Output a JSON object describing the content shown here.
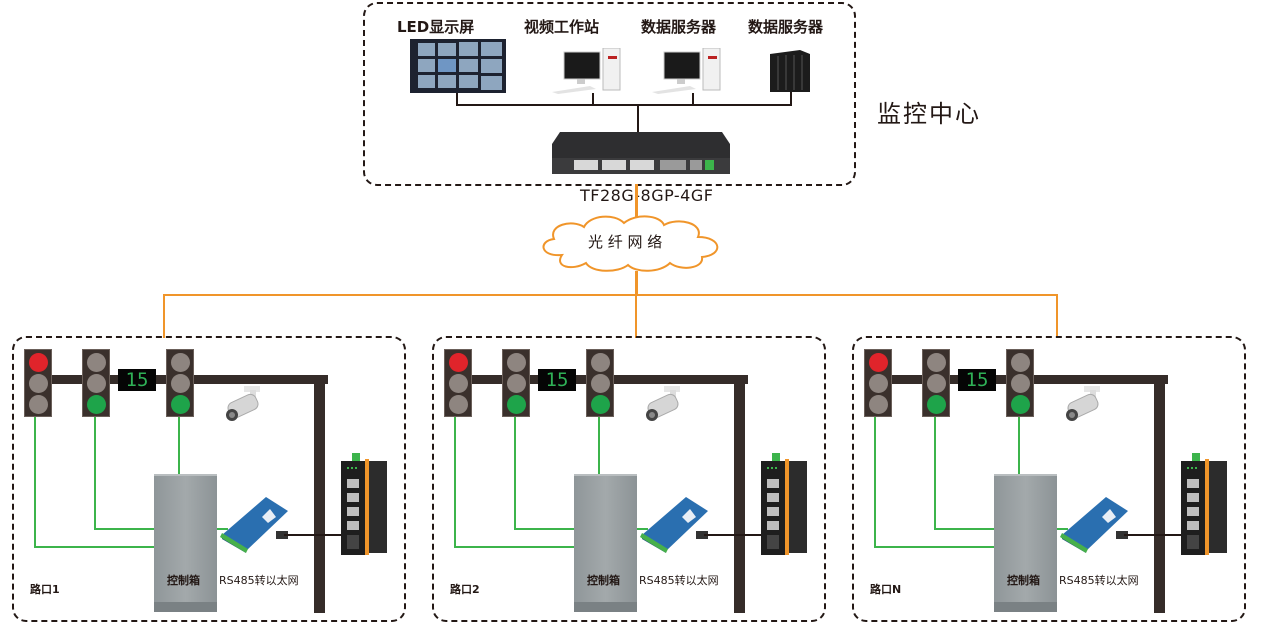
{
  "control_center": {
    "title": "监控中心",
    "devices": [
      {
        "label": "LED显示屏",
        "icon": "led-video-wall-icon"
      },
      {
        "label": "视频工作站",
        "icon": "workstation-icon"
      },
      {
        "label": "数据服务器",
        "icon": "workstation-icon"
      },
      {
        "label": "数据服务器",
        "icon": "server-rack-icon"
      }
    ],
    "core_switch": {
      "model": "TF28G-8GP-4GF",
      "icon": "rack-switch-icon"
    }
  },
  "network": {
    "label": "光 纤 网 络",
    "icon": "cloud-icon"
  },
  "colors": {
    "fiber_link": "#f0952a",
    "signal_wire": "#3cb44b",
    "red_light": "#e0242b",
    "green_light": "#1ea44a",
    "pole": "#352c29"
  },
  "intersections": [
    {
      "name": "路口1",
      "countdown": "15",
      "cabinet_label": "控制箱",
      "converter_label": "RS485转以太网"
    },
    {
      "name": "路口2",
      "countdown": "15",
      "cabinet_label": "控制箱",
      "converter_label": "RS485转以太网"
    },
    {
      "name": "路口N",
      "countdown": "15",
      "cabinet_label": "控制箱",
      "converter_label": "RS485转以太网"
    }
  ]
}
